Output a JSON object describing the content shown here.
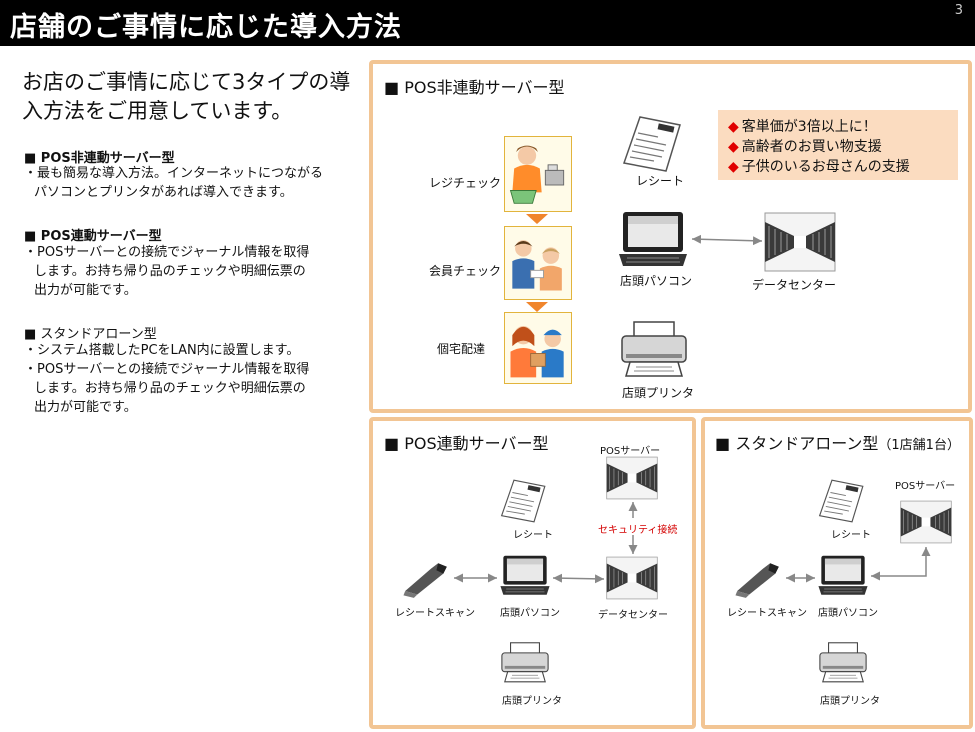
{
  "header": {
    "title": "店舗のご事情に応じた導入方法",
    "page_number": "3"
  },
  "left": {
    "intro_lines": [
      "お店のご事情に応じて3タイプの導",
      "入方法をご用意しています。"
    ],
    "section1": {
      "heading": "■ POS非連動サーバー型",
      "lines": [
        "・最も簡易な導入方法。インターネットにつながる",
        "パソコンとプリンタがあれば導入できます。"
      ]
    },
    "section2": {
      "heading": "■ POS連動サーバー型",
      "lines": [
        "・POSサーバーとの接続でジャーナル情報を取得",
        "します。お持ち帰り品のチェックや明細伝票の",
        "出力が可能です。"
      ]
    },
    "section3": {
      "heading": "■ スタンドアローン型",
      "lines": [
        "・システム搭載したPCをLAN内に設置します。",
        "・POSサーバーとの接続でジャーナル情報を取得",
        "します。お持ち帰り品のチェックや明細伝票の",
        "出力が可能です。"
      ]
    }
  },
  "panel_top": {
    "title": "■ POS非連動サーバー型",
    "steps": [
      "レジチェック",
      "会員チェック",
      "個宅配達"
    ],
    "receipt": "レシート",
    "pc": "店頭パソコン",
    "datacenter": "データセンター",
    "printer": "店頭プリンタ",
    "notes": [
      "客単価が3倍以上に！",
      "高齢者のお買い物支援",
      "子供のいるお母さんの支援"
    ],
    "note_marker": "◆"
  },
  "panel_bl": {
    "title": "■ POS連動サーバー型",
    "pos_server": "POSサーバー",
    "security": "セキュリティ接続",
    "receipt": "レシート",
    "scanner": "レシートスキャン",
    "pc": "店頭パソコン",
    "datacenter": "データセンター",
    "printer": "店頭プリンタ"
  },
  "panel_br": {
    "title": "■ スタンドアローン型",
    "title_suffix": "（1店舗1台）",
    "pos_server": "POSサーバー",
    "receipt": "レシート",
    "scanner": "レシートスキャン",
    "pc": "店頭パソコン",
    "printer": "店頭プリンタ"
  },
  "colors": {
    "panel_border": "#f2c594",
    "note_bg": "#fbdcc0",
    "accent_red": "#e00000",
    "arrow_orange": "#f0852c"
  }
}
